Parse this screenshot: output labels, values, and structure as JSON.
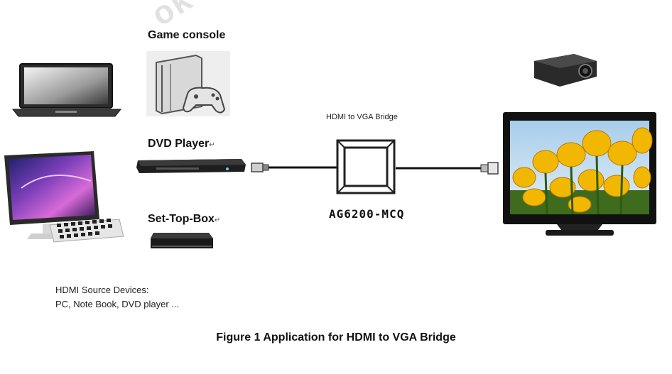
{
  "labels": {
    "game_console": "Game console",
    "dvd_player": "DVD Player",
    "set_top_box": "Set-Top-Box",
    "bridge_title": "HDMI to VGA Bridge",
    "chip_name": "AG6200-MCQ",
    "return_mark": "↵"
  },
  "source_note": {
    "line1": "HDMI Source Devices:",
    "line2": "PC, Note Book, DVD player ..."
  },
  "caption": "Figure 1 Application for HDMI to VGA Bridge",
  "watermark": "ok",
  "icons": [
    "laptop-icon",
    "desktop-pc-icon",
    "game-console-icon",
    "dvd-player-icon",
    "set-top-box-icon",
    "hdmi-connector-icon",
    "bridge-chip-icon",
    "vga-connector-icon",
    "projector-icon",
    "tv-monitor-icon"
  ],
  "colors": {
    "cable": "#111111",
    "screen_sky": "#cfe3f5",
    "flower": "#f2b700"
  }
}
